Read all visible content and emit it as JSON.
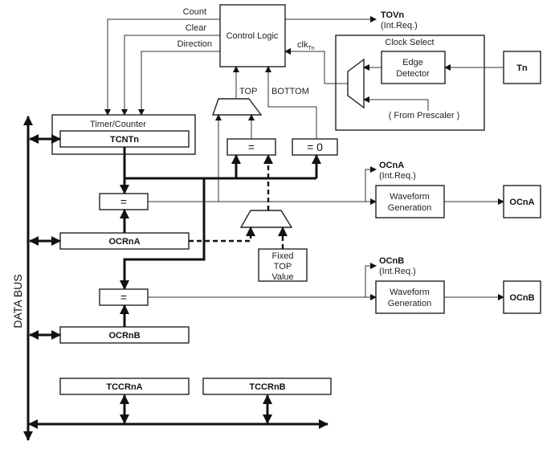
{
  "control": {
    "title": "Control Logic",
    "count": "Count",
    "clear": "Clear",
    "direction": "Direction",
    "top": "TOP",
    "bottom": "BOTTOM",
    "clk": "clk",
    "clk_sub": "Tn"
  },
  "tov": {
    "label": "TOVn",
    "sub": "(Int.Req.)"
  },
  "clock_select": {
    "title": "Clock Select",
    "edge1": "Edge",
    "edge2": "Detector",
    "prescaler": "( From Prescaler )",
    "tn": "Tn"
  },
  "timer": {
    "title": "Timer/Counter",
    "reg": "TCNTn"
  },
  "compare": {
    "eq": "=",
    "eq0": "= 0"
  },
  "fixed_top": {
    "l1": "Fixed",
    "l2": "TOP",
    "l3": "Value"
  },
  "channel_a": {
    "reg": "OCRnA",
    "eq": "=",
    "wg1": "Waveform",
    "wg2": "Generation",
    "flag": "OCnA",
    "flag_sub": "(Int.Req.)",
    "pin": "OCnA"
  },
  "channel_b": {
    "reg": "OCRnB",
    "eq": "=",
    "wg1": "Waveform",
    "wg2": "Generation",
    "flag": "OCnB",
    "flag_sub": "(Int.Req.)",
    "pin": "OCnB"
  },
  "tccr": {
    "a": "TCCRnA",
    "b": "TCCRnB"
  },
  "bus": {
    "label": "DATA BUS"
  }
}
